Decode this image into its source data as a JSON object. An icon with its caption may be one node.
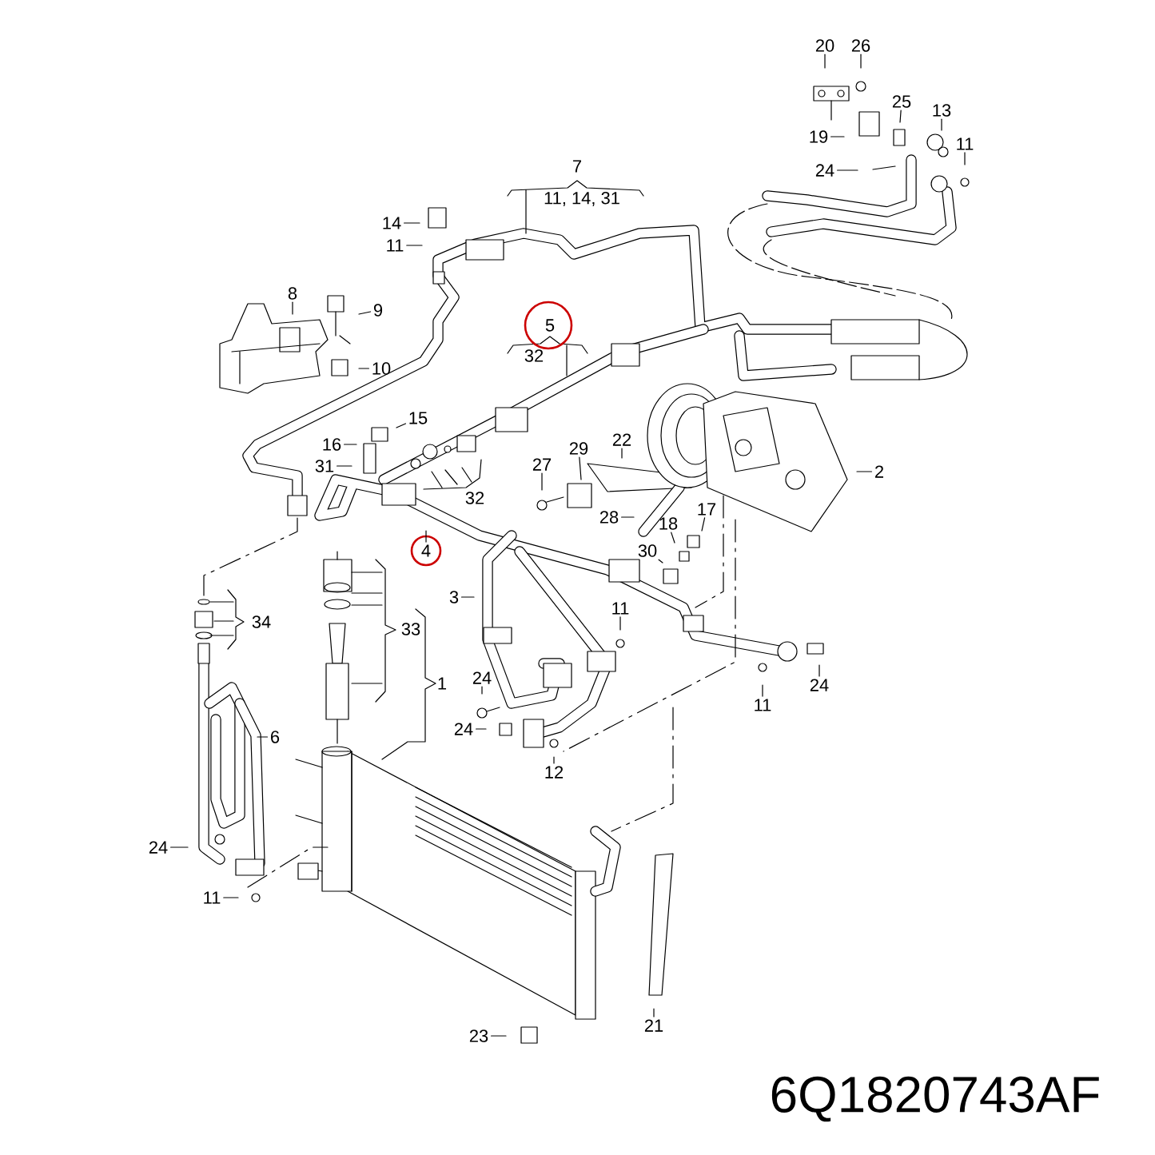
{
  "diagram": {
    "nodes": [
      {
        "text": [
          "20"
        ]
      },
      {
        "text": [
          "26"
        ]
      },
      {
        "text": [
          "25"
        ]
      },
      {
        "text": [
          "13"
        ]
      },
      {
        "text": [
          "19"
        ]
      },
      {
        "text": [
          "11"
        ]
      },
      {
        "text": [
          "24"
        ]
      },
      {
        "text": [
          "14"
        ]
      },
      {
        "text": [
          "11"
        ]
      },
      {
        "text": [
          "8"
        ]
      },
      {
        "text": [
          "9"
        ]
      },
      {
        "text": [
          "10"
        ]
      },
      {
        "text": [
          "15"
        ]
      },
      {
        "text": [
          "16"
        ]
      },
      {
        "text": [
          "31"
        ]
      },
      {
        "text": [
          "22"
        ]
      },
      {
        "text": [
          "29"
        ]
      },
      {
        "text": [
          "27"
        ]
      },
      {
        "text": [
          "28"
        ]
      },
      {
        "text": [
          "17"
        ]
      },
      {
        "text": [
          "18"
        ]
      },
      {
        "text": [
          "30"
        ]
      },
      {
        "text": [
          "2"
        ]
      },
      {
        "text": [
          "4"
        ]
      },
      {
        "text": [
          "3"
        ]
      },
      {
        "text": [
          "11"
        ]
      },
      {
        "text": [
          "24"
        ]
      },
      {
        "text": [
          "24"
        ]
      },
      {
        "text": [
          "11"
        ]
      },
      {
        "text": [
          "24"
        ]
      },
      {
        "text": [
          "12"
        ]
      },
      {
        "text": [
          "6"
        ]
      },
      {
        "text": [
          "24"
        ]
      },
      {
        "text": [
          "11"
        ]
      },
      {
        "text": [
          "23"
        ]
      },
      {
        "text": [
          "21"
        ]
      }
    ],
    "edges": [
      {
        "from": 0,
        "to": null,
        "arrow": "none"
      },
      {
        "from": 1,
        "to": null,
        "arrow": "none"
      },
      {
        "from": 2,
        "to": null,
        "arrow": "none"
      },
      {
        "from": 3,
        "to": null,
        "arrow": "none"
      },
      {
        "from": 4,
        "to": null,
        "arrow": "none"
      },
      {
        "from": 5,
        "to": null,
        "arrow": "none"
      },
      {
        "from": 6,
        "to": null,
        "arrow": "none"
      },
      {
        "from": 7,
        "to": null,
        "arrow": "none"
      },
      {
        "from": 8,
        "to": null,
        "arrow": "none"
      },
      {
        "from": 9,
        "to": null,
        "arrow": "none"
      },
      {
        "from": 10,
        "to": null,
        "arrow": "none"
      },
      {
        "from": 11,
        "to": null,
        "arrow": "none"
      },
      {
        "from": 12,
        "to": null,
        "arrow": "none"
      },
      {
        "from": 13,
        "to": null,
        "arrow": "none"
      },
      {
        "from": 14,
        "to": null,
        "arrow": "none"
      },
      {
        "from": 15,
        "to": null,
        "arrow": "none"
      },
      {
        "from": 16,
        "to": null,
        "arrow": "none"
      },
      {
        "from": 17,
        "to": null,
        "arrow": "none"
      },
      {
        "from": 18,
        "to": null,
        "arrow": "none"
      },
      {
        "from": 19,
        "to": null,
        "arrow": "none"
      },
      {
        "from": 20,
        "to": null,
        "arrow": "none"
      },
      {
        "from": 21,
        "to": null,
        "arrow": "none"
      },
      {
        "from": 22,
        "to": null,
        "arrow": "none"
      },
      {
        "from": 23,
        "to": null,
        "arrow": "none"
      },
      {
        "from": 24,
        "to": null,
        "arrow": "none"
      },
      {
        "from": 25,
        "to": null,
        "arrow": "none"
      },
      {
        "from": 26,
        "to": null,
        "arrow": "none"
      },
      {
        "from": 27,
        "to": null,
        "arrow": "none"
      },
      {
        "from": 28,
        "to": null,
        "arrow": "none"
      },
      {
        "from": 29,
        "to": null,
        "arrow": "none"
      },
      {
        "from": 30,
        "to": null,
        "arrow": "none"
      },
      {
        "from": 31,
        "to": null,
        "arrow": "none"
      },
      {
        "from": 32,
        "to": null,
        "arrow": "none"
      },
      {
        "from": 33,
        "to": null,
        "arrow": "none"
      },
      {
        "from": 34,
        "to": null,
        "arrow": "none"
      },
      {
        "from": 35,
        "to": null,
        "arrow": "none"
      }
    ],
    "labels": [
      "7",
      "11, 14, 31",
      "5",
      "32",
      "32",
      "34",
      "33",
      "1",
      "6Q1820743AF"
    ]
  }
}
